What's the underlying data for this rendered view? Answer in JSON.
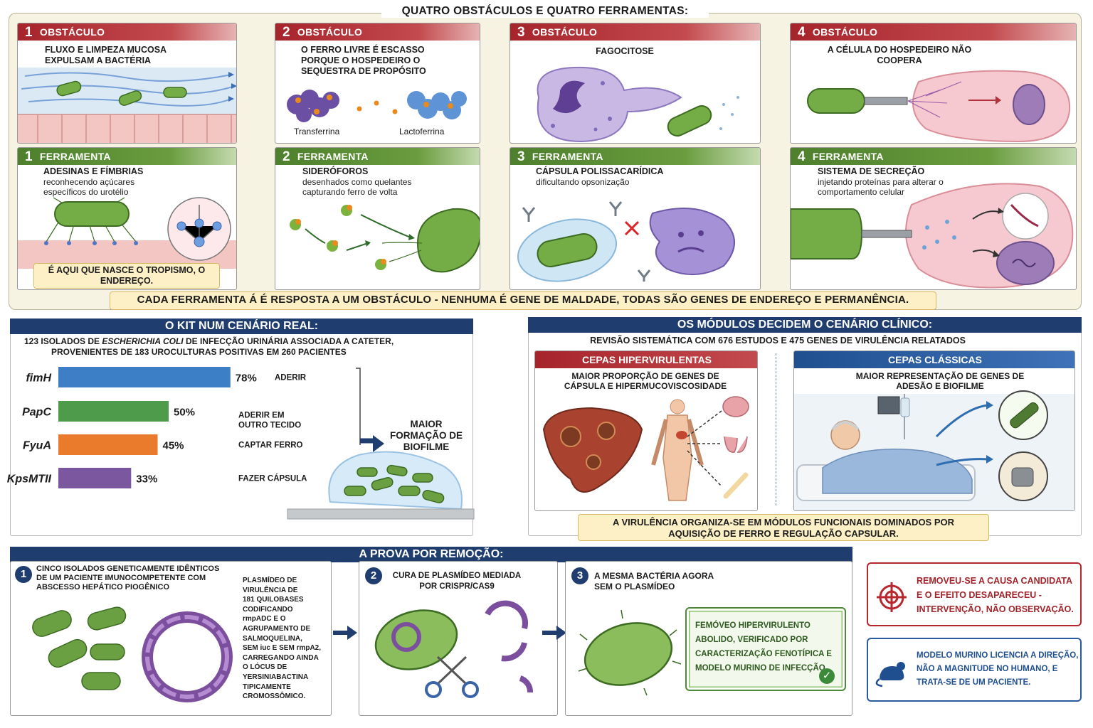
{
  "top_title": "QUATRO OBSTÁCULOS E QUATRO FERRAMENTAS:",
  "obstacles": [
    {
      "num": "1",
      "label": "OBSTÁCULO",
      "text": "FLUXO E LIMPEZA MUCOSA EXPULSAM A BACTÉRIA"
    },
    {
      "num": "2",
      "label": "OBSTÁCULO",
      "text": "O FERRO LIVRE É ESCASSO PORQUE O HOSPEDEIRO O SEQUESTRA DE PROPÓSITO",
      "left_caption": "Transferrina",
      "right_caption": "Lactoferrina"
    },
    {
      "num": "3",
      "label": "OBSTÁCULO",
      "text": "FAGOCITOSE"
    },
    {
      "num": "4",
      "label": "OBSTÁCULO",
      "text": "A CÉLULA DO HOSPEDEIRO NÃO COOPERA"
    }
  ],
  "tools": [
    {
      "num": "1",
      "label": "FERRAMENTA",
      "title": "ADESINAS E FÍMBRIAS",
      "subtitle": "reconhecendo açúcares específicos do urotélio",
      "note": "É AQUI QUE NASCE O TROPISMO, O ENDEREÇO."
    },
    {
      "num": "2",
      "label": "FERRAMENTA",
      "title": "SIDERÓFOROS",
      "subtitle": "desenhados como quelantes capturando ferro de volta"
    },
    {
      "num": "3",
      "label": "FERRAMENTA",
      "title": "CÁPSULA POLISSACARÍDICA",
      "subtitle": "dificultando opsonização"
    },
    {
      "num": "4",
      "label": "FERRAMENTA",
      "title": "SISTEMA DE SECREÇÃO",
      "subtitle": "injetando proteínas para alterar o comportamento celular"
    }
  ],
  "top_banner": "CADA FERRAMENTA Á É RESPOSTA A UM OBSTÁCULO - NENHUMA É GENE DE MALDADE, TODAS SÃO GENES DE ENDEREÇO E PERMANÊNCIA.",
  "kit": {
    "title": "O KIT NUM CENÁRIO REAL:",
    "desc_pre": "123 ISOLADOS DE ",
    "desc_italic": "ESCHERICHIA COLI",
    "desc_post": " DE INFECÇÃO URINÁRIA ASSOCIADA A CATETER,",
    "desc_line2": "PROVENIENTES DE 183 UROCULTURAS POSITIVAS EM 260 PACIENTES",
    "biofilm_label": "MAIOR FORMAÇÃO DE BIOFILME"
  },
  "chart_data": {
    "type": "bar",
    "orientation": "horizontal",
    "categories": [
      "fimH",
      "PapC",
      "FyuA",
      "KpsMTII"
    ],
    "values": [
      78,
      50,
      45,
      33
    ],
    "value_labels": [
      "78%",
      "50%",
      "45%",
      "33%"
    ],
    "functions": [
      "ADERIR",
      "ADERIR EM OUTRO TECIDO",
      "CAPTAR FERRO",
      "FAZER CÁPSULA"
    ],
    "colors": [
      "#3d7fc6",
      "#4e9b4c",
      "#ea7a2c",
      "#7b57a0"
    ],
    "xlim": [
      0,
      100
    ]
  },
  "modules": {
    "title": "OS MÓDULOS DECIDEM O CENÁRIO CLÍNICO:",
    "desc": "REVISÃO SISTEMÁTICA COM 676 ESTUDOS E 475 GENES DE VIRULÊNCIA RELATADOS",
    "hyper_title": "CEPAS HIPERVIRULENTAS",
    "hyper_text": "MAIOR PROPORÇÃO DE GENES DE CÁPSULA E HIPERMUCOVISCOSIDADE",
    "classic_title": "CEPAS CLÁSSICAS",
    "classic_text": "MAIOR REPRESENTAÇÃO DE GENES DE ADESÃO E BIOFILME",
    "banner": "A VIRULÊNCIA ORGANIZA-SE EM MÓDULOS FUNCIONAIS DOMINADOS POR AQUISIÇÃO DE FERRO E REGULAÇÃO CAPSULAR."
  },
  "proof": {
    "title": "A PROVA POR REMOÇÃO:",
    "step1_num": "1",
    "step1_text": "CINCO ISOLADOS GENETICAMENTE IDÊNTICOS DE UM PACIENTE IMUNOCOMPETENTE COM ABSCESSO HEPÁTICO PIOGÊNICO",
    "plasmid_lines": [
      "PLASMÍDEO DE",
      "VIRULÊNCIA DE",
      "181 QUILOBASES",
      "CODIFICANDO",
      "rmpADC E O",
      "AGRUPAMENTO DE",
      "SALMOQUELINA,",
      "SEM iuc E SEM rmpA2,",
      "CARREGANDO AINDA",
      "O LÓCUS DE",
      "YERSINIABACTINA",
      "TIPICAMENTE",
      "CROMOSSÔMICO."
    ],
    "step2_num": "2",
    "step2_text": "CURA DE PLASMÍDEO MEDIADA POR CRISPR/CAS9",
    "step3_num": "3",
    "step3_text": "A MESMA BACTÉRIA AGORA SEM O PLASMÍDEO",
    "result": "FEMÓVEO HIPERVIRULENTO ABOLIDO, VERIFICADO POR CARACTERIZAÇÃO FENOTÍPICA E MODELO MURINO DE INFECÇÃO."
  },
  "callouts": {
    "red": "REMOVEU-SE A CAUSA CANDIDATA E O EFEITO DESAPARECEU - INTERVENÇÃO, NÃO OBSERVAÇÃO.",
    "blue": "MODELO MURINO LICENCIA A DIREÇÃO, NÃO A MAGNITUDE NO HUMANO, E TRATA-SE DE UM PACIENTE."
  },
  "colors": {
    "navy": "#1f3d6f",
    "obstacle_red": "#a6242b",
    "tool_green": "#4d7f2d",
    "pill": "#fdf0c6",
    "bacteria_green": "#6aa042"
  }
}
